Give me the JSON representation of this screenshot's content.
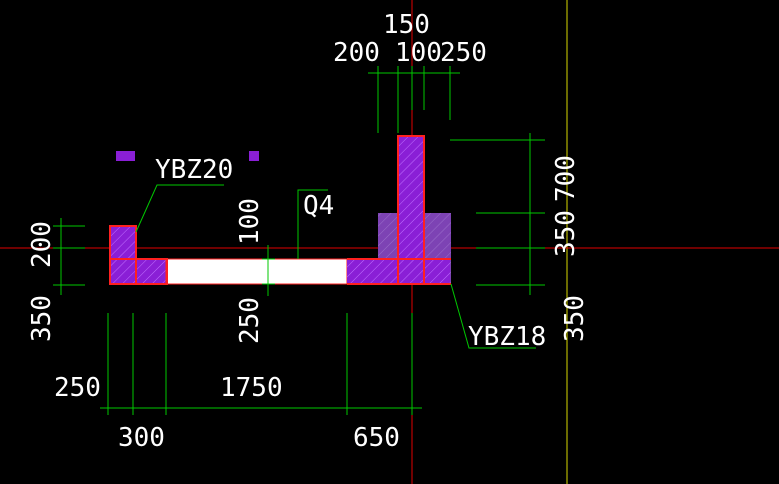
{
  "labels": {
    "top_150": "150",
    "top_200": "200",
    "top_100": "100",
    "top_250": "250",
    "ybz20": "YBZ20",
    "q4": "Q4",
    "ybz18": "YBZ18",
    "left_200": "200",
    "left_350": "350",
    "mid_100": "100",
    "mid_250": "250",
    "right_700": "700",
    "right_350": "350",
    "far_right_350": "350",
    "bottom_250": "250",
    "bottom_1750": "1750",
    "bottom_300": "300",
    "bottom_650": "650"
  },
  "colors": {
    "background": "#000000",
    "crosshair": "#e00000",
    "grid_line": "#d8d800",
    "dimension": "#00c800",
    "hatch_fill": "#8a1fd6",
    "column_outline": "#ff2020",
    "wall_fill": "#ffffff",
    "text": "#ffffff"
  }
}
